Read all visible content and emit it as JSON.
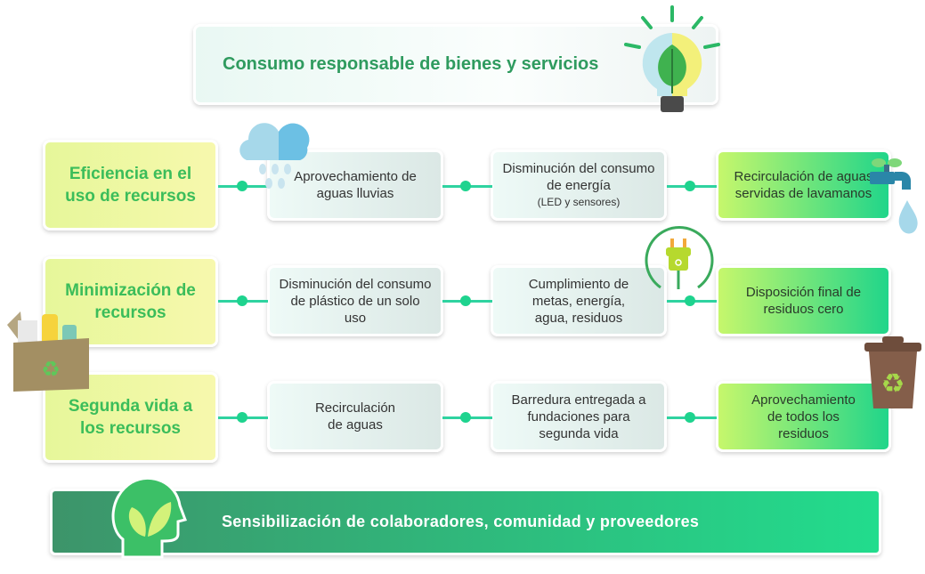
{
  "title": "Consumo responsable de bienes y servicios",
  "rows": [
    {
      "category": "Eficiencia en el uso de recursos",
      "items": [
        "Aprovechamiento de aguas lluvias",
        "Disminución del consumo de energía",
        "Recirculación de aguas servidas de lavamanos"
      ],
      "item2_note": "(LED y sensores)"
    },
    {
      "category": "Minimización de recursos",
      "items": [
        "Disminución del consumo de plástico de un solo uso",
        "Cumplimiento de metas, energía, agua, residuos",
        "Disposición final de residuos cero"
      ]
    },
    {
      "category": "Segunda vida a los recursos",
      "items": [
        "Recirculación de aguas",
        "Barredura entregada a fundaciones para segunda vida",
        "Aprovechamiento de todos los residuos"
      ]
    }
  ],
  "footer": "Sensibilización de colaboradores, comunidad y proveedores",
  "icons": [
    "lightbulb-leaf-icon",
    "rain-cloud-icon",
    "faucet-icon",
    "water-drop-icon",
    "plug-icon",
    "recycle-box-icon",
    "recycle-bin-icon",
    "head-leaf-icon"
  ],
  "colors": {
    "title_green": "#2f9b5f",
    "category_green": "#3bbd5a",
    "connector": "#1ed38e"
  }
}
